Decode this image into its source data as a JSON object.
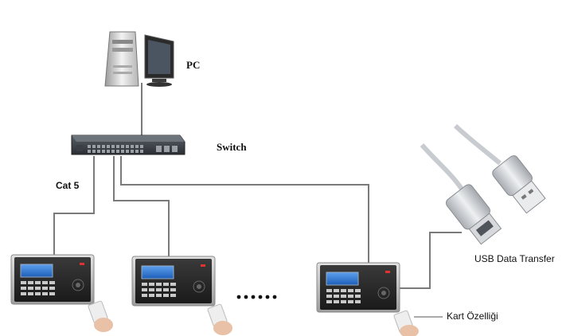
{
  "labels": {
    "pc": "PC",
    "switch": "Switch",
    "cable": "Cat 5",
    "usb": "USB Data Transfer",
    "card": "Kart Özelliği"
  },
  "devices": [
    {
      "name": "terminal-1",
      "screen_color": "#2f7bd8"
    },
    {
      "name": "terminal-2",
      "screen_color": "#2f7bd8"
    },
    {
      "name": "terminal-3",
      "screen_color": "#2f7bd8"
    }
  ],
  "colors": {
    "wire": "#7a7a7a",
    "device_body": "#2b2b2b",
    "device_frame": "#c9c9c9",
    "screen": "#2f7bd8",
    "usb_cable": "#c8ccd0"
  },
  "icons": [
    "pc-tower-icon",
    "monitor-icon",
    "network-switch-icon",
    "attendance-terminal-icon",
    "rfid-card-icon",
    "usb-cable-icon"
  ]
}
